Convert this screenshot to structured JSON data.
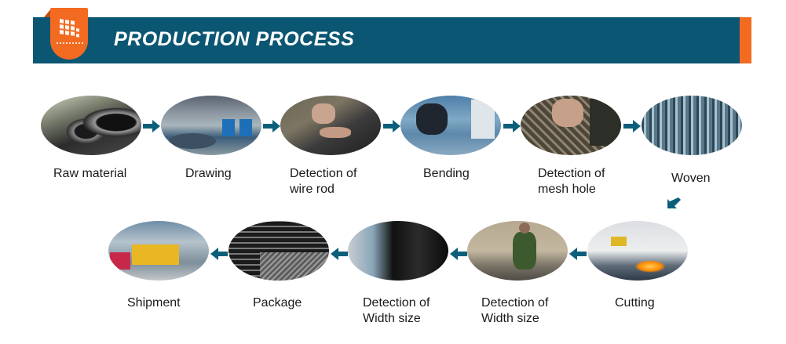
{
  "header": {
    "title": "PRODUCTION PROCESS",
    "banner_color": "#0b5673",
    "accent_color": "#f26b21",
    "logo_icon": "mesh-grid-logo"
  },
  "arrow_color": "#0b5f7a",
  "steps": [
    {
      "order": 1,
      "label_line1": "Raw material",
      "label_line2": "",
      "image": "wire-coils-photo"
    },
    {
      "order": 2,
      "label_line1": "Drawing",
      "label_line2": "",
      "image": "wire-drawing-factory-photo"
    },
    {
      "order": 3,
      "label_line1": "Detection of",
      "label_line2": "wire rod",
      "image": "caliper-wire-check-photo"
    },
    {
      "order": 4,
      "label_line1": "Bending",
      "label_line2": "",
      "image": "worker-bending-photo"
    },
    {
      "order": 5,
      "label_line1": "Detection of",
      "label_line2": "mesh hole",
      "image": "mesh-hole-caliper-photo"
    },
    {
      "order": 6,
      "label_line1": "Woven",
      "label_line2": "",
      "image": "weaving-machine-photo"
    },
    {
      "order": 7,
      "label_line1": "Cutting",
      "label_line2": "",
      "image": "cutting-sparks-photo"
    },
    {
      "order": 8,
      "label_line1": "Detection of",
      "label_line2": "Width size",
      "image": "worker-inspecting-mesh-photo"
    },
    {
      "order": 9,
      "label_line1": "Detection of",
      "label_line2": "Width size",
      "image": "black-mesh-rolls-photo"
    },
    {
      "order": 10,
      "label_line1": "Package",
      "label_line2": "",
      "image": "packaged-mesh-photo"
    },
    {
      "order": 11,
      "label_line1": "Shipment",
      "label_line2": "",
      "image": "truck-loading-photo"
    }
  ]
}
